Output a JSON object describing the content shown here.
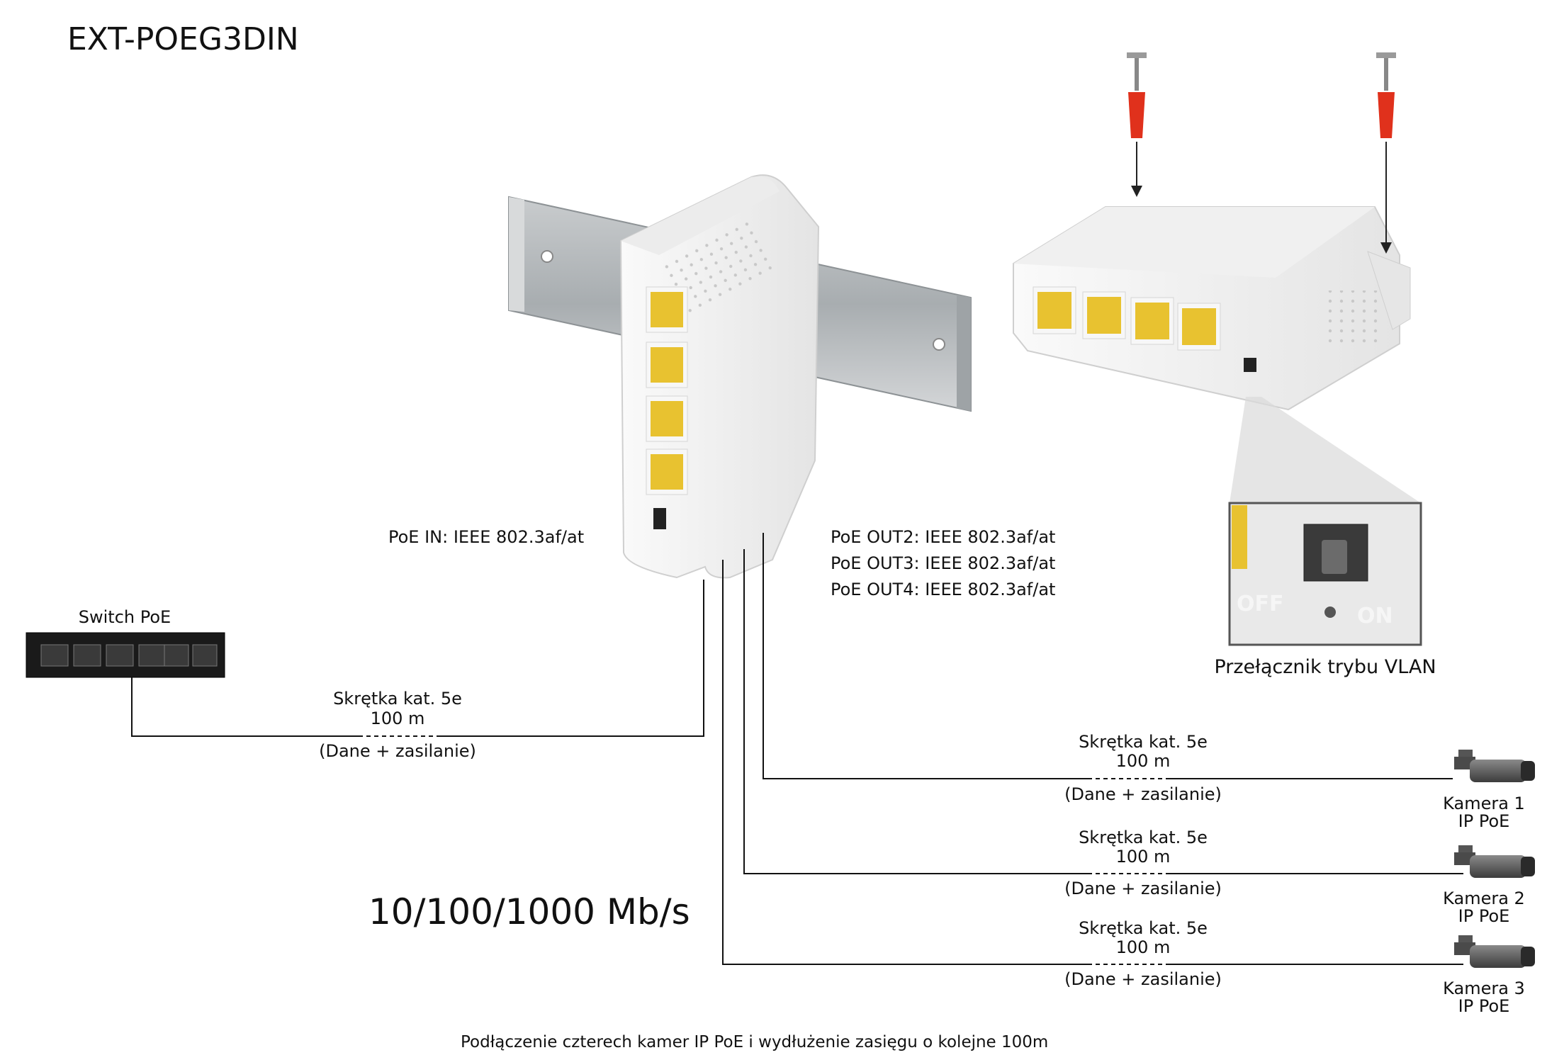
{
  "title": "EXT-POEG3DIN",
  "poe_in": "PoE IN: IEEE 802.3af/at",
  "poe_out": [
    "PoE OUT2: IEEE 802.3af/at",
    "PoE OUT3: IEEE 802.3af/at",
    "PoE OUT4: IEEE 802.3af/at"
  ],
  "switch_label": "Switch PoE",
  "vlan_label": "Przełącznik trybu VLAN",
  "vlan_switch_marks": {
    "off": "OFF",
    "on": "ON"
  },
  "speed": "10/100/1000 Mb/s",
  "caption": "Podłączenie czterech kamer IP PoE i wydłużenie zasięgu o kolejne 100m",
  "cable": {
    "type": "Skrętka kat. 5e",
    "length": "100 m",
    "note": "(Dane + zasilanie)"
  },
  "cameras": [
    {
      "name": "Kamera 1",
      "type": "IP PoE"
    },
    {
      "name": "Kamera 2",
      "type": "IP PoE"
    },
    {
      "name": "Kamera 3",
      "type": "IP PoE"
    }
  ],
  "colors": {
    "rj45": "#e8c230",
    "device": "#f4f4f4",
    "switch_body": "#1a1a1a",
    "dowel": "#e0311c"
  }
}
